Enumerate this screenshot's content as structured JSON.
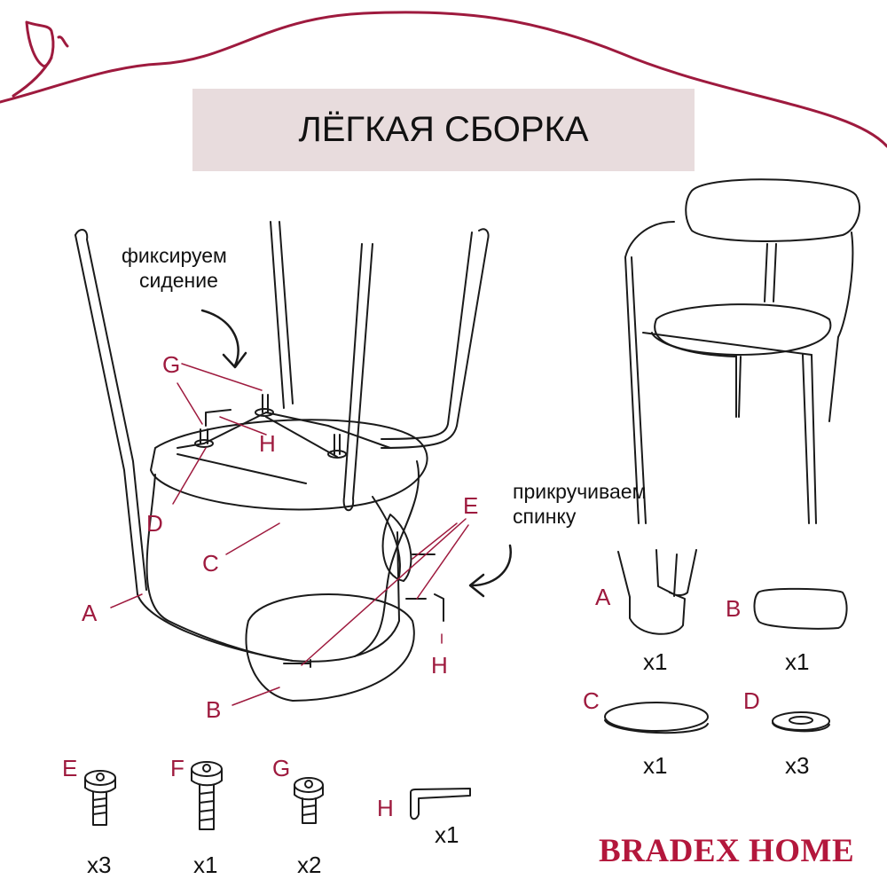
{
  "title": "ЛЁГКАЯ СБОРКА",
  "brand": "BRADEX HOME",
  "accent_color": "#9e1a3e",
  "notes": {
    "fix_seat_line1": "фиксируем",
    "fix_seat_line2": "сидение",
    "attach_back_line1": "прикручиваем",
    "attach_back_line2": "спинку"
  },
  "diagram_labels": {
    "A": "A",
    "B": "B",
    "C": "C",
    "D": "D",
    "E": "E",
    "G": "G",
    "H1": "H",
    "H2": "H"
  },
  "parts": [
    {
      "label": "A",
      "qty": "x1"
    },
    {
      "label": "B",
      "qty": "x1"
    },
    {
      "label": "C",
      "qty": "x1"
    },
    {
      "label": "D",
      "qty": "x3"
    },
    {
      "label": "E",
      "qty": "x3"
    },
    {
      "label": "F",
      "qty": "x1"
    },
    {
      "label": "G",
      "qty": "x2"
    },
    {
      "label": "H",
      "qty": "x1"
    }
  ]
}
